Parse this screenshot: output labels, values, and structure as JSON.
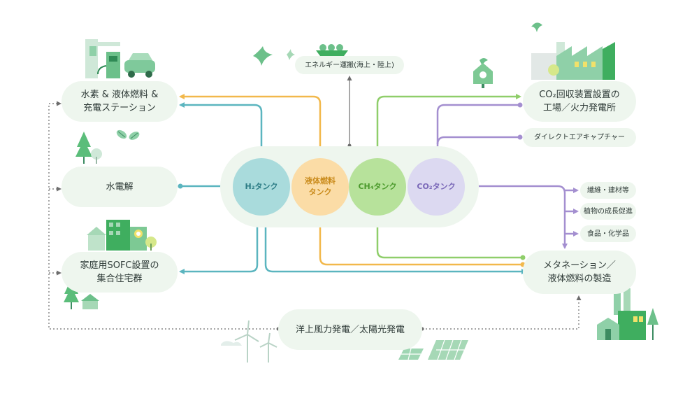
{
  "nodes": {
    "station": {
      "line1": "水素 & 液体燃料 &",
      "line2": "充電ステーション"
    },
    "electrolysis": {
      "label": "水電解"
    },
    "housing": {
      "line1": "家庭用SOFC設置の",
      "line2": "集合住宅群"
    },
    "transport": {
      "label": "エネルギー運搬(海上・陸上)"
    },
    "factory": {
      "line1": "CO₂回収装置設置の",
      "line2": "工場／火力発電所"
    },
    "dac": {
      "label": "ダイレクトエアキャプチャー"
    },
    "fiber": {
      "label": "繊維・建材等"
    },
    "plant": {
      "label": "植物の成長促進"
    },
    "food": {
      "label": "食品・化学品"
    },
    "methanation": {
      "line1": "メタネーション／",
      "line2": "液体燃料の製造"
    },
    "renewable": {
      "label": "洋上風力発電／太陽光発電"
    }
  },
  "tanks": {
    "h2": {
      "label": "H₂タンク"
    },
    "liquid": {
      "line1": "液体燃料",
      "line2": "タンク"
    },
    "ch4": {
      "label": "CH₄タンク"
    },
    "co2": {
      "label": "CO₂タンク"
    }
  },
  "colors": {
    "h2": "#5bb5bf",
    "liquid": "#f2b84b",
    "ch4": "#8fce6a",
    "co2": "#a48fd0",
    "gray": "#6d6d6d",
    "pill": "#eef6ee"
  }
}
